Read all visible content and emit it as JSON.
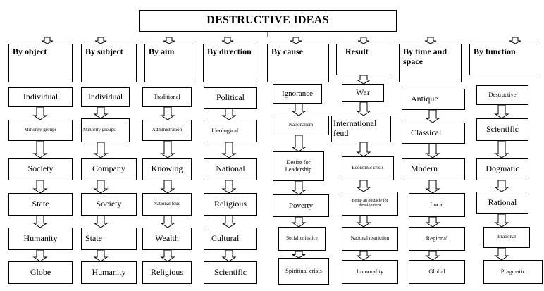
{
  "title": "DESTRUCTIVE IDEAS",
  "columns": [
    {
      "heading": "By object",
      "items": [
        "Individual",
        "Minority groups",
        "Society",
        "State",
        "Humanity",
        "Globe"
      ]
    },
    {
      "heading": "By subject",
      "items": [
        "Individual",
        "Minority groups",
        "Company",
        "Society",
        "State",
        "Humanity"
      ]
    },
    {
      "heading": "By aim",
      "items": [
        "Traditional",
        "Administration",
        "Knowing",
        "National feud",
        "Wealth",
        "Religious"
      ]
    },
    {
      "heading": "By direction",
      "items": [
        "Political",
        "Ideological",
        "National",
        "Religious",
        "Cultural",
        "Scientific"
      ]
    },
    {
      "heading": "By cause",
      "items": [
        "Ignorance",
        "Nationalism",
        "Desire for Leadership",
        "Poverty",
        "Social uniustice",
        "Spiritiual crisis"
      ]
    },
    {
      "heading": "Result",
      "items": [
        "War",
        "International feud",
        "Economic crisis",
        "Being an obstacle for development",
        "National restriction",
        "Immorality"
      ]
    },
    {
      "heading": "By time and space",
      "items": [
        "Antique",
        "Classical",
        "Modern",
        "Local",
        "Regional",
        "Global"
      ]
    },
    {
      "heading": "By function",
      "items": [
        "Destructive",
        "Scientific",
        "Dogmatic",
        "Rational",
        "Irrational",
        "Pragmatic"
      ]
    }
  ]
}
